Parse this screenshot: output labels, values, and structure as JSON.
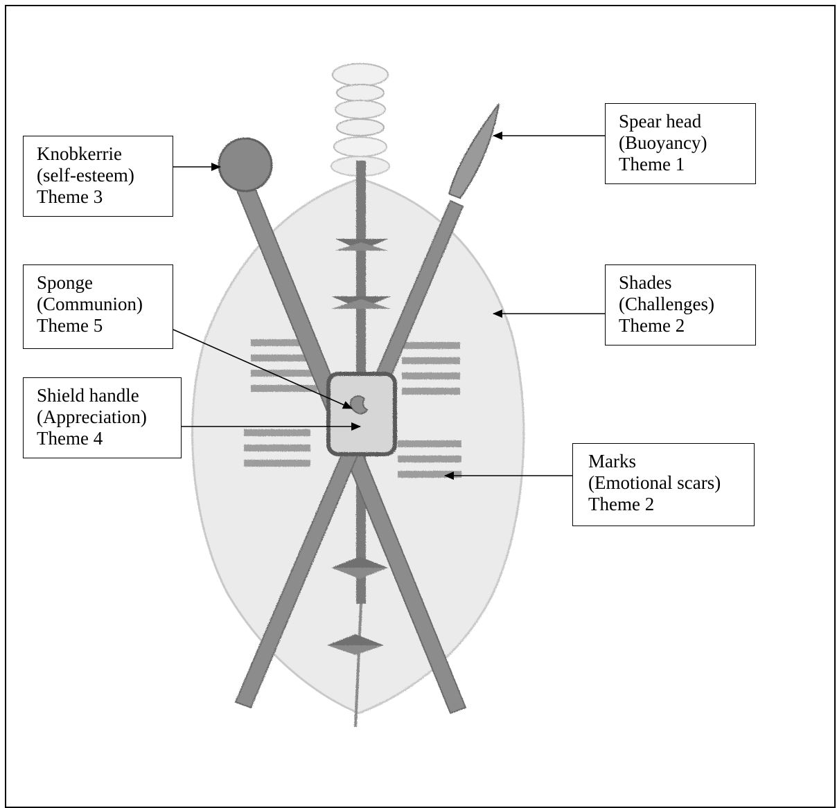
{
  "labels": {
    "spear_head": {
      "name": "Spear head",
      "meaning": "(Buoyancy)",
      "theme": "Theme 1"
    },
    "knobkerrie": {
      "name": "Knobkerrie",
      "meaning": "(self-esteem)",
      "theme": "Theme 3"
    },
    "sponge": {
      "name": "Sponge",
      "meaning": "(Communion)",
      "theme": "Theme 5"
    },
    "shades": {
      "name": "Shades",
      "meaning": "(Challenges)",
      "theme": "Theme 2"
    },
    "shield_handle": {
      "name": "Shield handle",
      "meaning": "(Appreciation)",
      "theme": "Theme 4"
    },
    "marks": {
      "name": "Marks",
      "meaning": "(Emotional scars)",
      "theme": "Theme 2"
    }
  },
  "colors": {
    "pencil_dark": "#6f6f6f",
    "pencil_mid": "#9a9a9a",
    "shield_fill": "#e9e9e9",
    "stroke": "#000000"
  }
}
